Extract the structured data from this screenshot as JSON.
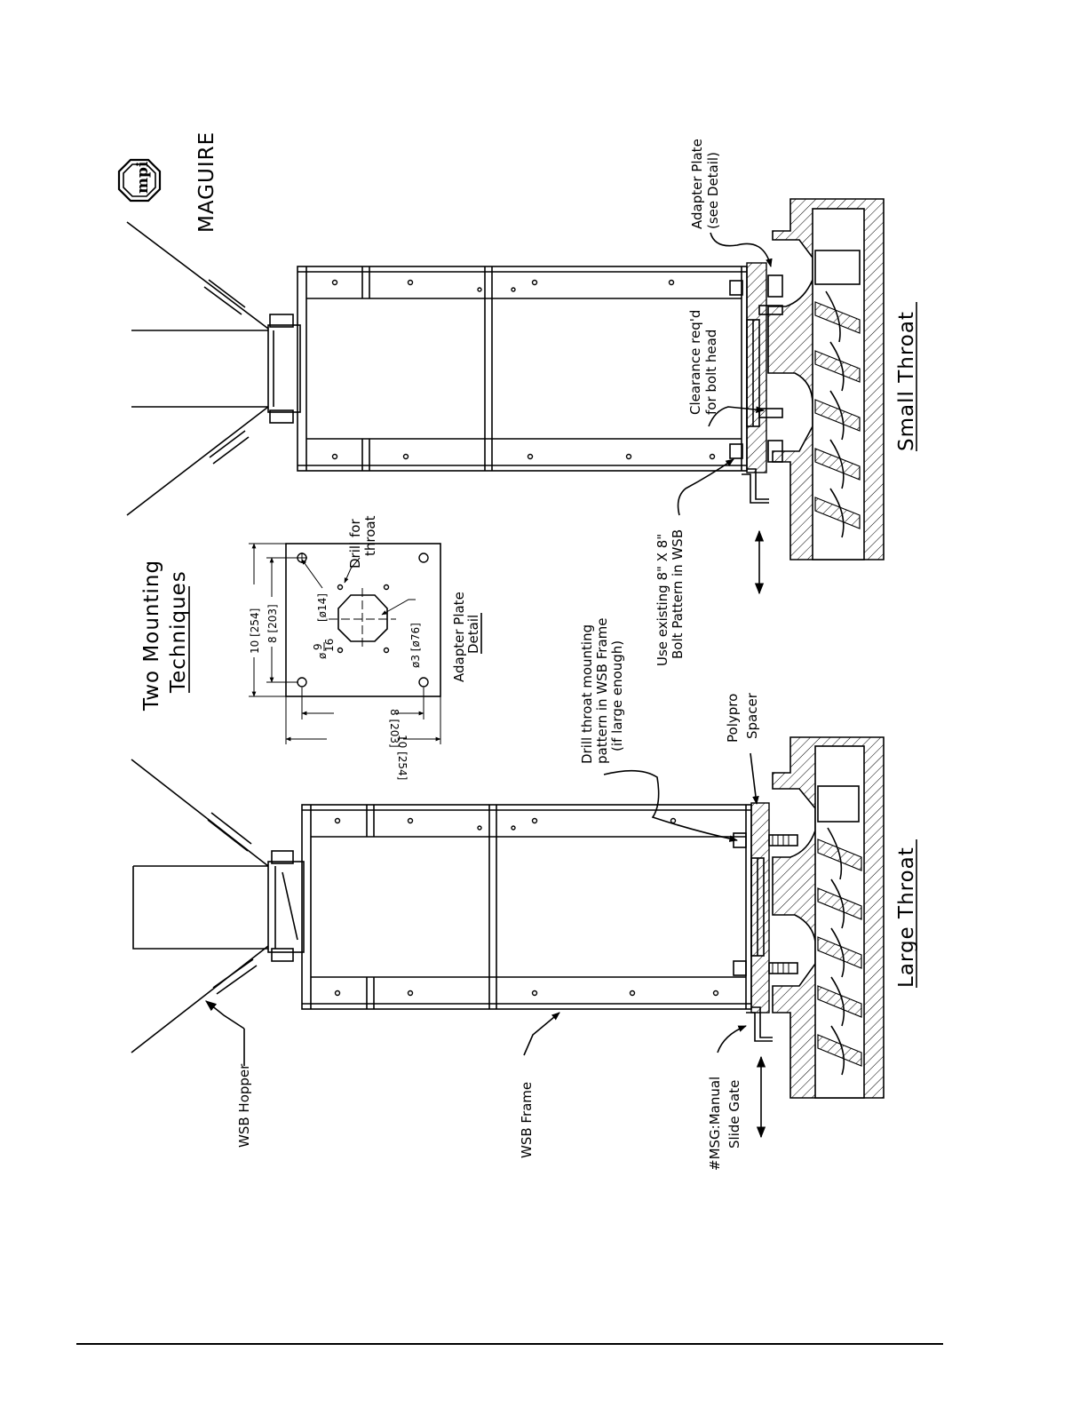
{
  "title": {
    "line1": "Two Mounting",
    "line2": "Techniques"
  },
  "brand": {
    "name": "MAGUIRE",
    "logo_text": "mpi"
  },
  "labels": {
    "wsb_hopper": "WSB Hopper",
    "wsb_frame": "WSB Frame",
    "msg_line1": "#MSG:Manual",
    "msg_line2": "Slide Gate",
    "polypro_line1": "Polypro",
    "polypro_line2": "Spacer",
    "drill_throat_line1": "Drill throat mounting",
    "drill_throat_line2": "pattern in WSB Frame",
    "drill_throat_line3": "(if large enough)",
    "use_existing_line1": "Use existing 8\" X 8\"",
    "use_existing_line2": "Bolt Pattern in WSB",
    "clearance_line1": "Clearance req'd",
    "clearance_line2": "for bolt head",
    "adapter_plate_line1": "Adapter Plate",
    "adapter_plate_line2": "(see Detail)",
    "large_throat": "Large Throat",
    "small_throat": "Small Throat"
  },
  "detail": {
    "caption_line1": "Adapter Plate",
    "caption_line2": "Detail",
    "drill_for_line1": "Drill for",
    "drill_for_line2": "throat",
    "dim_10_254_left": "10  [254]",
    "dim_8_203_left": "8  [203]",
    "dim_8_203_bottom": "8  [203]",
    "dim_10_254_bottom": "10  [254]",
    "hole_dia_text": "[ø14]",
    "hole_frac_prefix": "ø",
    "hole_frac_num": "9",
    "hole_frac_den": "16",
    "bore_text": "ø3  [ø76]"
  },
  "colors": {
    "line": "#000000",
    "background": "#ffffff"
  }
}
